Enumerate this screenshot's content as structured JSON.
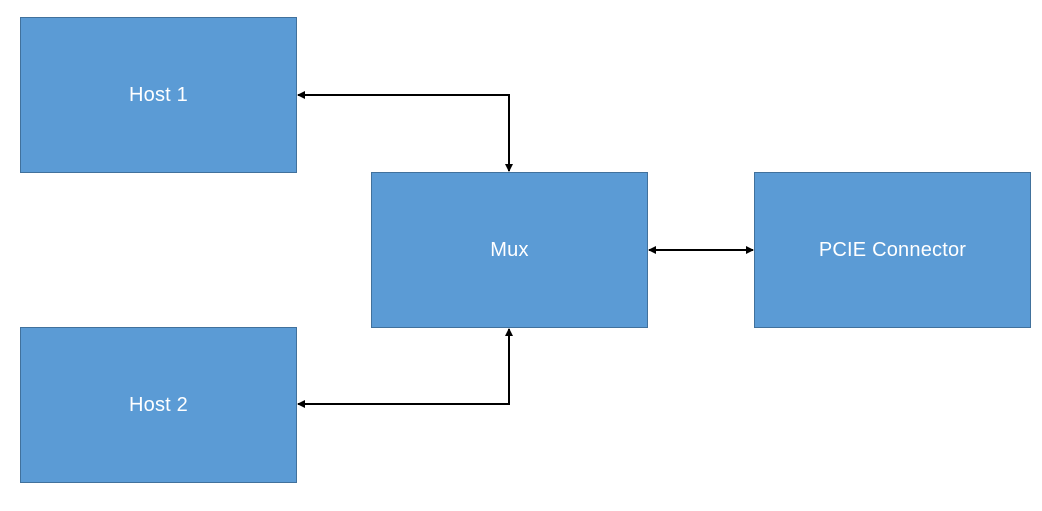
{
  "colors": {
    "block_fill": "#5b9bd5",
    "block_border": "#41719c",
    "block_text": "#ffffff",
    "connector": "#000000",
    "background": "#ffffff"
  },
  "blocks": {
    "host1": {
      "label": "Host 1"
    },
    "host2": {
      "label": "Host 2"
    },
    "mux": {
      "label": "Mux"
    },
    "pcie": {
      "label": "PCIE Connector"
    }
  },
  "connections": [
    {
      "from": "host1",
      "to": "mux",
      "bidirectional": true
    },
    {
      "from": "host2",
      "to": "mux",
      "bidirectional": true
    },
    {
      "from": "mux",
      "to": "pcie",
      "bidirectional": true
    }
  ]
}
